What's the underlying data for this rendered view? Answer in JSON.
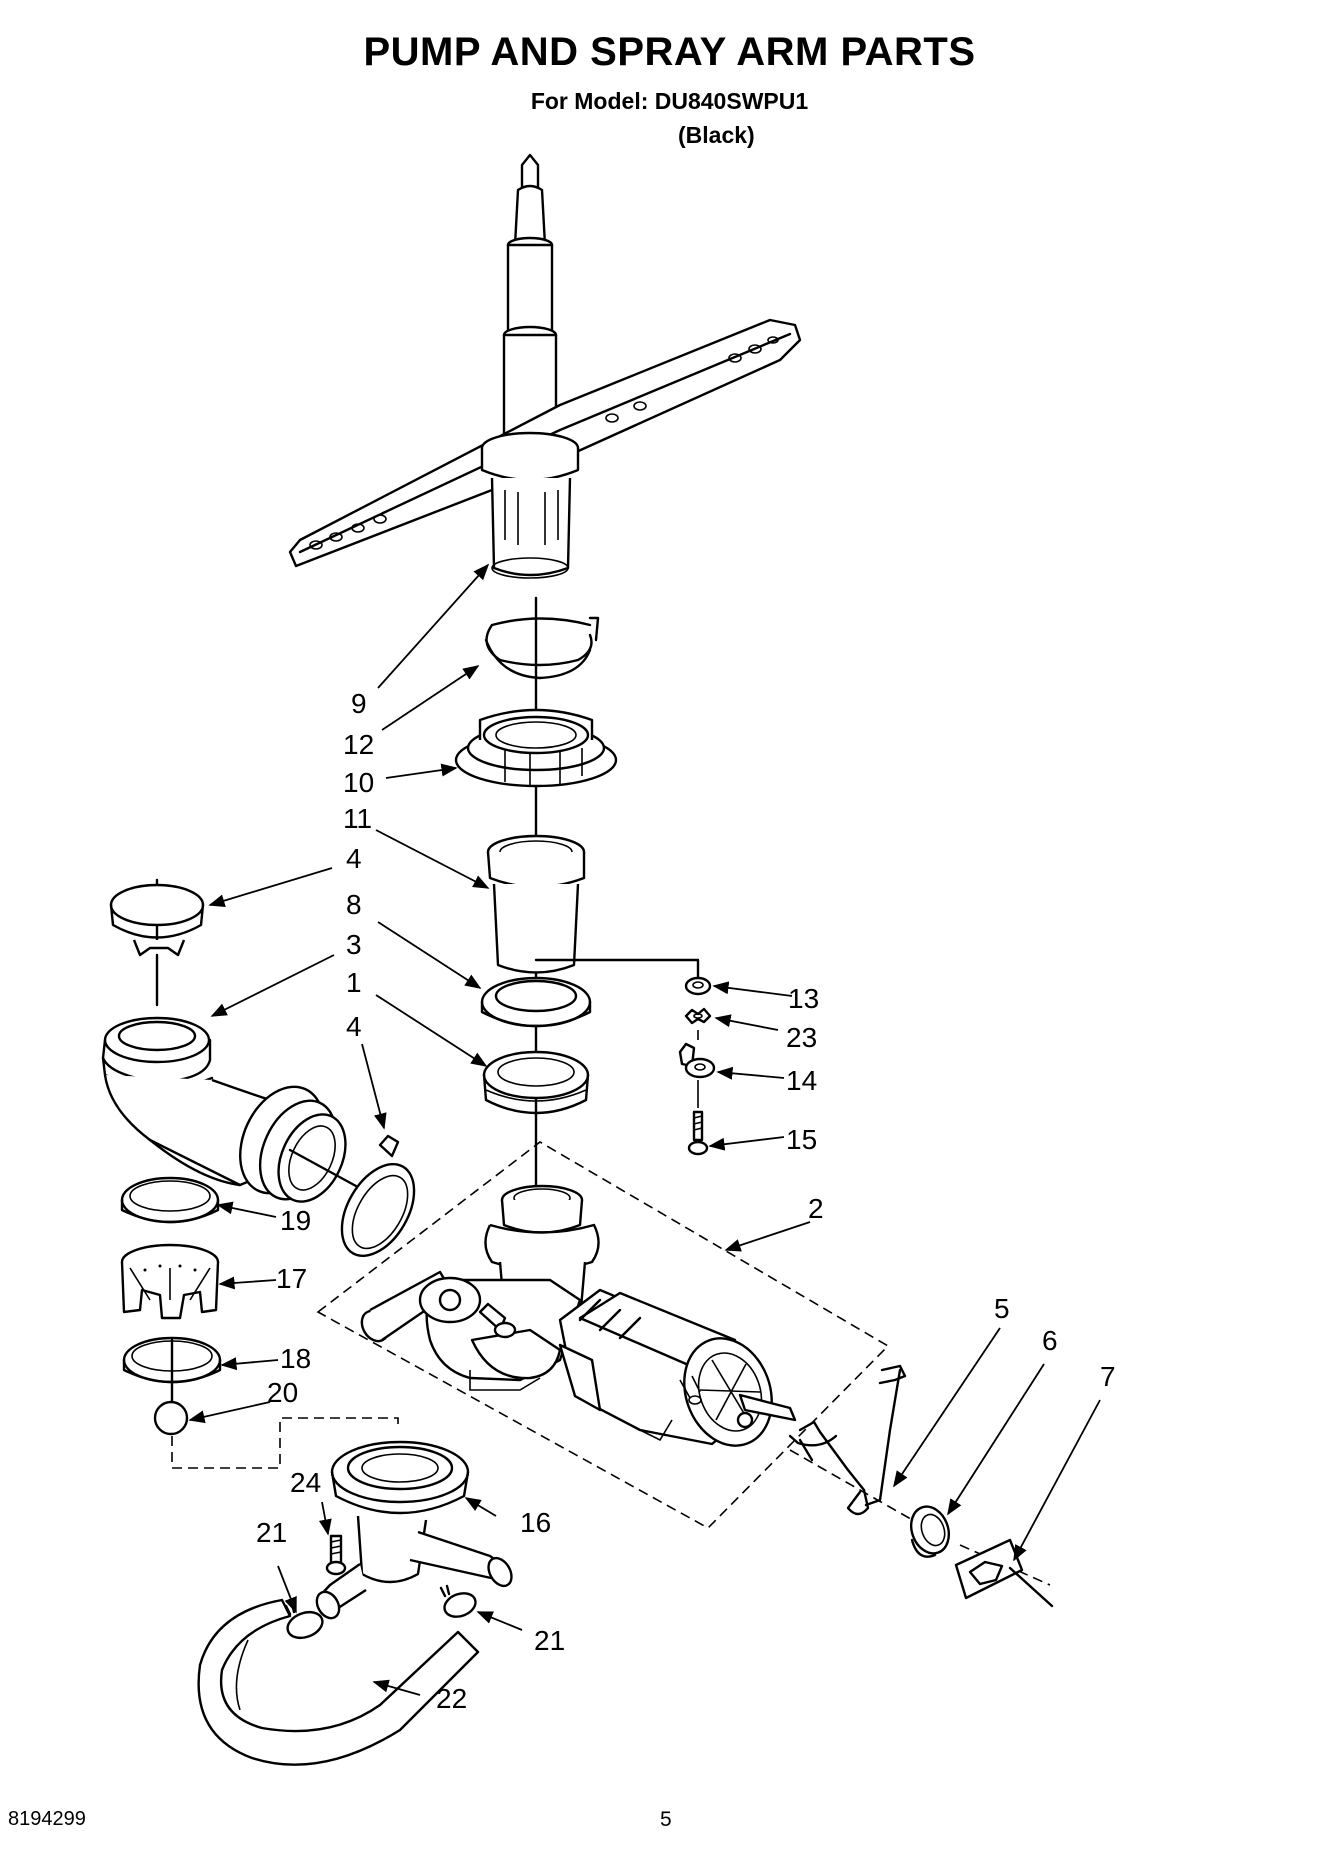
{
  "header": {
    "title": "PUMP AND SPRAY ARM PARTS",
    "model_line": "For Model: DU840SWPU1",
    "variant": "(Black)"
  },
  "callouts": {
    "c9": "9",
    "c12": "12",
    "c10": "10",
    "c11": "11",
    "c4a": "4",
    "c8": "8",
    "c3": "3",
    "c1": "1",
    "c4b": "4",
    "c13": "13",
    "c23": "23",
    "c14": "14",
    "c15": "15",
    "c2": "2",
    "c19": "19",
    "c17": "17",
    "c18": "18",
    "c20": "20",
    "c5": "5",
    "c6": "6",
    "c7": "7",
    "c24": "24",
    "c16": "16",
    "c21a": "21",
    "c21b": "21",
    "c22": "22"
  },
  "footer": {
    "doc_number": "8194299",
    "page_number": "5"
  }
}
